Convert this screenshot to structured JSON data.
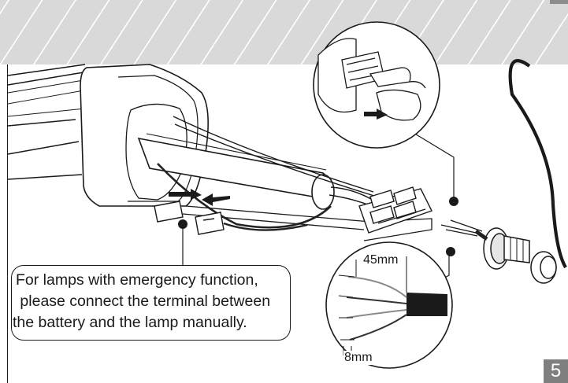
{
  "instruction": {
    "line1": "For lamps with emergency function,",
    "line2": " please connect the terminal between",
    "line3": "the battery and the lamp manually."
  },
  "dimensions": {
    "strip_length": "45mm",
    "wire_strip_length": "8mm"
  },
  "page_number": "5",
  "colors": {
    "banner": "#d9d9d9",
    "page_badge": "#7f7f7f",
    "line_art": "#1a1a1a",
    "cable_dark": "#222222"
  },
  "icons": {
    "insert_arrow": "arrow-left-icon",
    "pull_arrow": "arrow-right-icon"
  }
}
